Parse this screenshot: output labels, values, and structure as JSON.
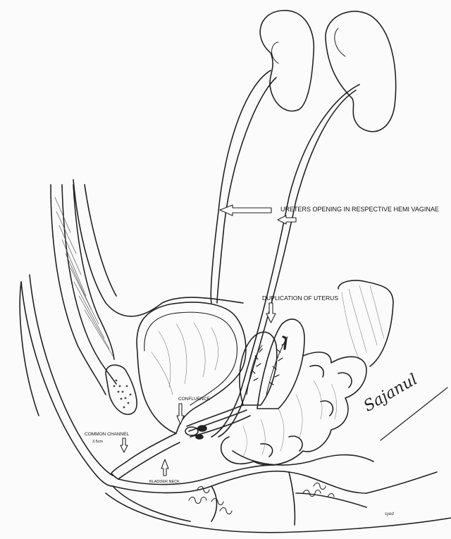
{
  "labels": {
    "ureters": "URETERS OPENING  IN RESPECTIVE HEMI VAGINAE",
    "duplication": "DUPLICATION OF UTERUS",
    "confluence": "CONFLUENCE",
    "common_channel": "COMMON CHANNEL",
    "common_channel_length": "3.5cm",
    "bladder_neck": "BLADDER NECK"
  },
  "signature": {
    "artist": "Sajanul",
    "corner_mark": "syed"
  }
}
